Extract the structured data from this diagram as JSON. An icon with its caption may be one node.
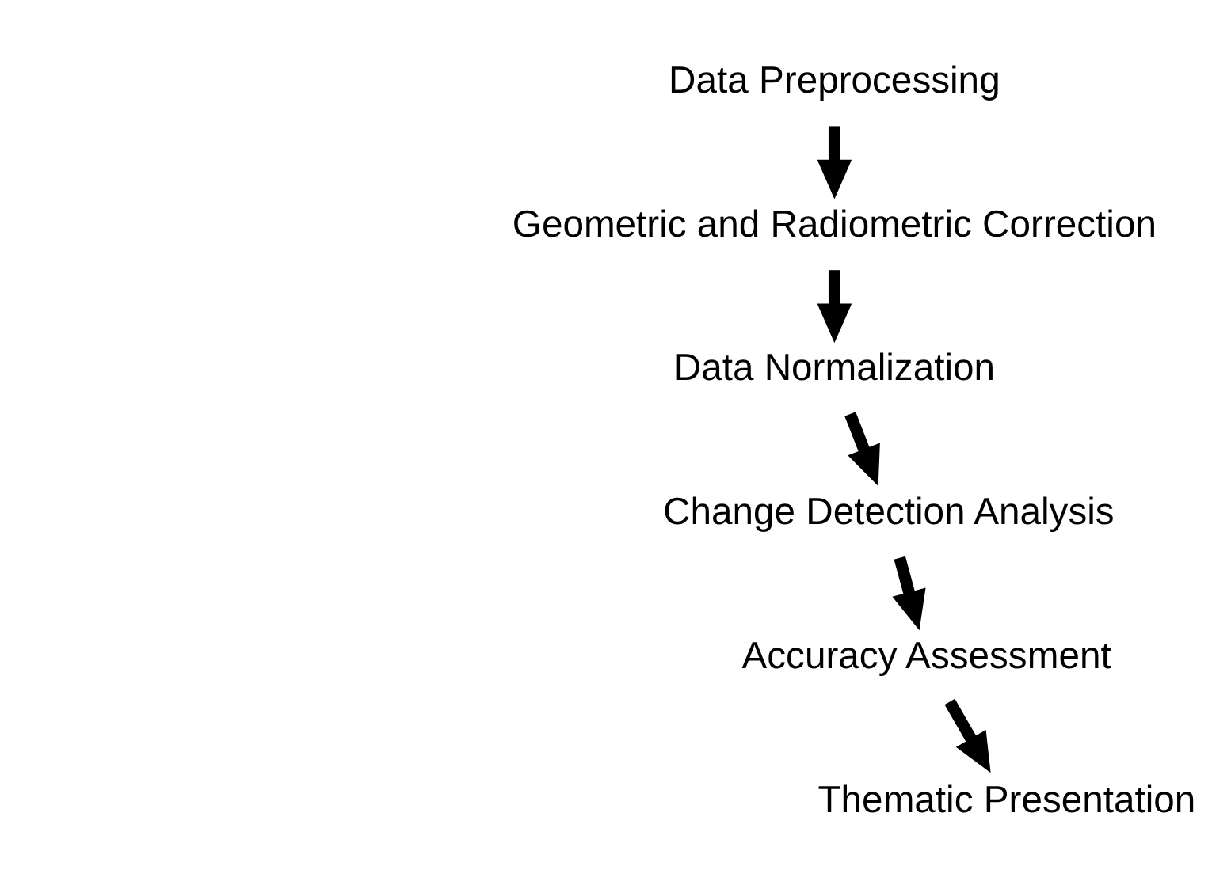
{
  "diagram": {
    "nodes": [
      {
        "text": [
          "Data Preprocessing"
        ]
      },
      {
        "text": [
          "Geometric and Radiometric Correction"
        ]
      },
      {
        "text": [
          "Data Normalization"
        ]
      },
      {
        "text": [
          "Change Detection Analysis"
        ]
      },
      {
        "text": [
          "Accuracy Assessment"
        ]
      },
      {
        "text": [
          "Thematic Presentation"
        ]
      }
    ],
    "edges": [
      {
        "from": 0,
        "to": 1,
        "arrow": "to"
      },
      {
        "from": 1,
        "to": 2,
        "arrow": "to"
      },
      {
        "from": 2,
        "to": 3,
        "arrow": "to"
      },
      {
        "from": 3,
        "to": 4,
        "arrow": "to"
      },
      {
        "from": 4,
        "to": 5,
        "arrow": "to"
      }
    ]
  }
}
